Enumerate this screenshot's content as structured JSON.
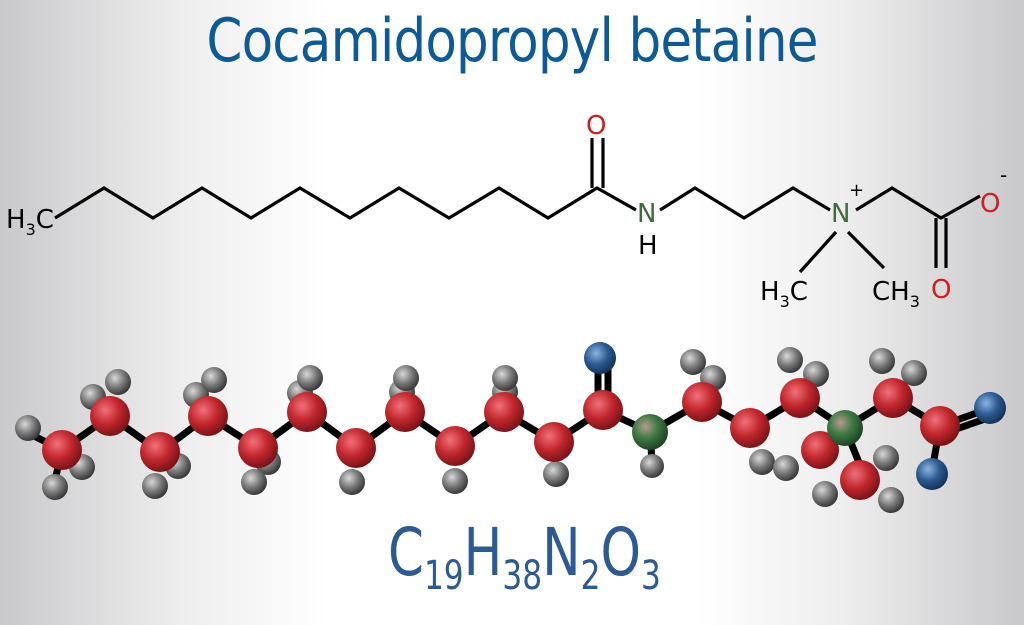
{
  "title": "Cocamidopropyl betaine",
  "formula": {
    "parts": [
      {
        "el": "C",
        "n": "19"
      },
      {
        "el": "H",
        "n": "38"
      },
      {
        "el": "N",
        "n": "2"
      },
      {
        "el": "O",
        "n": "3"
      }
    ]
  },
  "colors": {
    "title": "#0e5a94",
    "formula": "#2c5a92",
    "bond": "#000000",
    "oxygen_label": "#cc1f24",
    "nitrogen_label": "#3f6b3f",
    "carbon_ball": "#c1272d",
    "hydrogen_ball": "#7a7a7a",
    "nitrogen_ball": "#3f7a45",
    "oxygen_ball": "#2d5b92"
  },
  "structure": {
    "labels": {
      "ch3_left": "H3C",
      "carbonyl_o": "O",
      "amide_n": "N",
      "amide_h": "H",
      "quat_n": "N",
      "quat_charge": "+",
      "methyl_left": "H3C",
      "methyl_right": "CH3",
      "carboxylate_o_minus": "O",
      "carboxylate_charge": "-",
      "carboxylate_o": "O"
    }
  }
}
